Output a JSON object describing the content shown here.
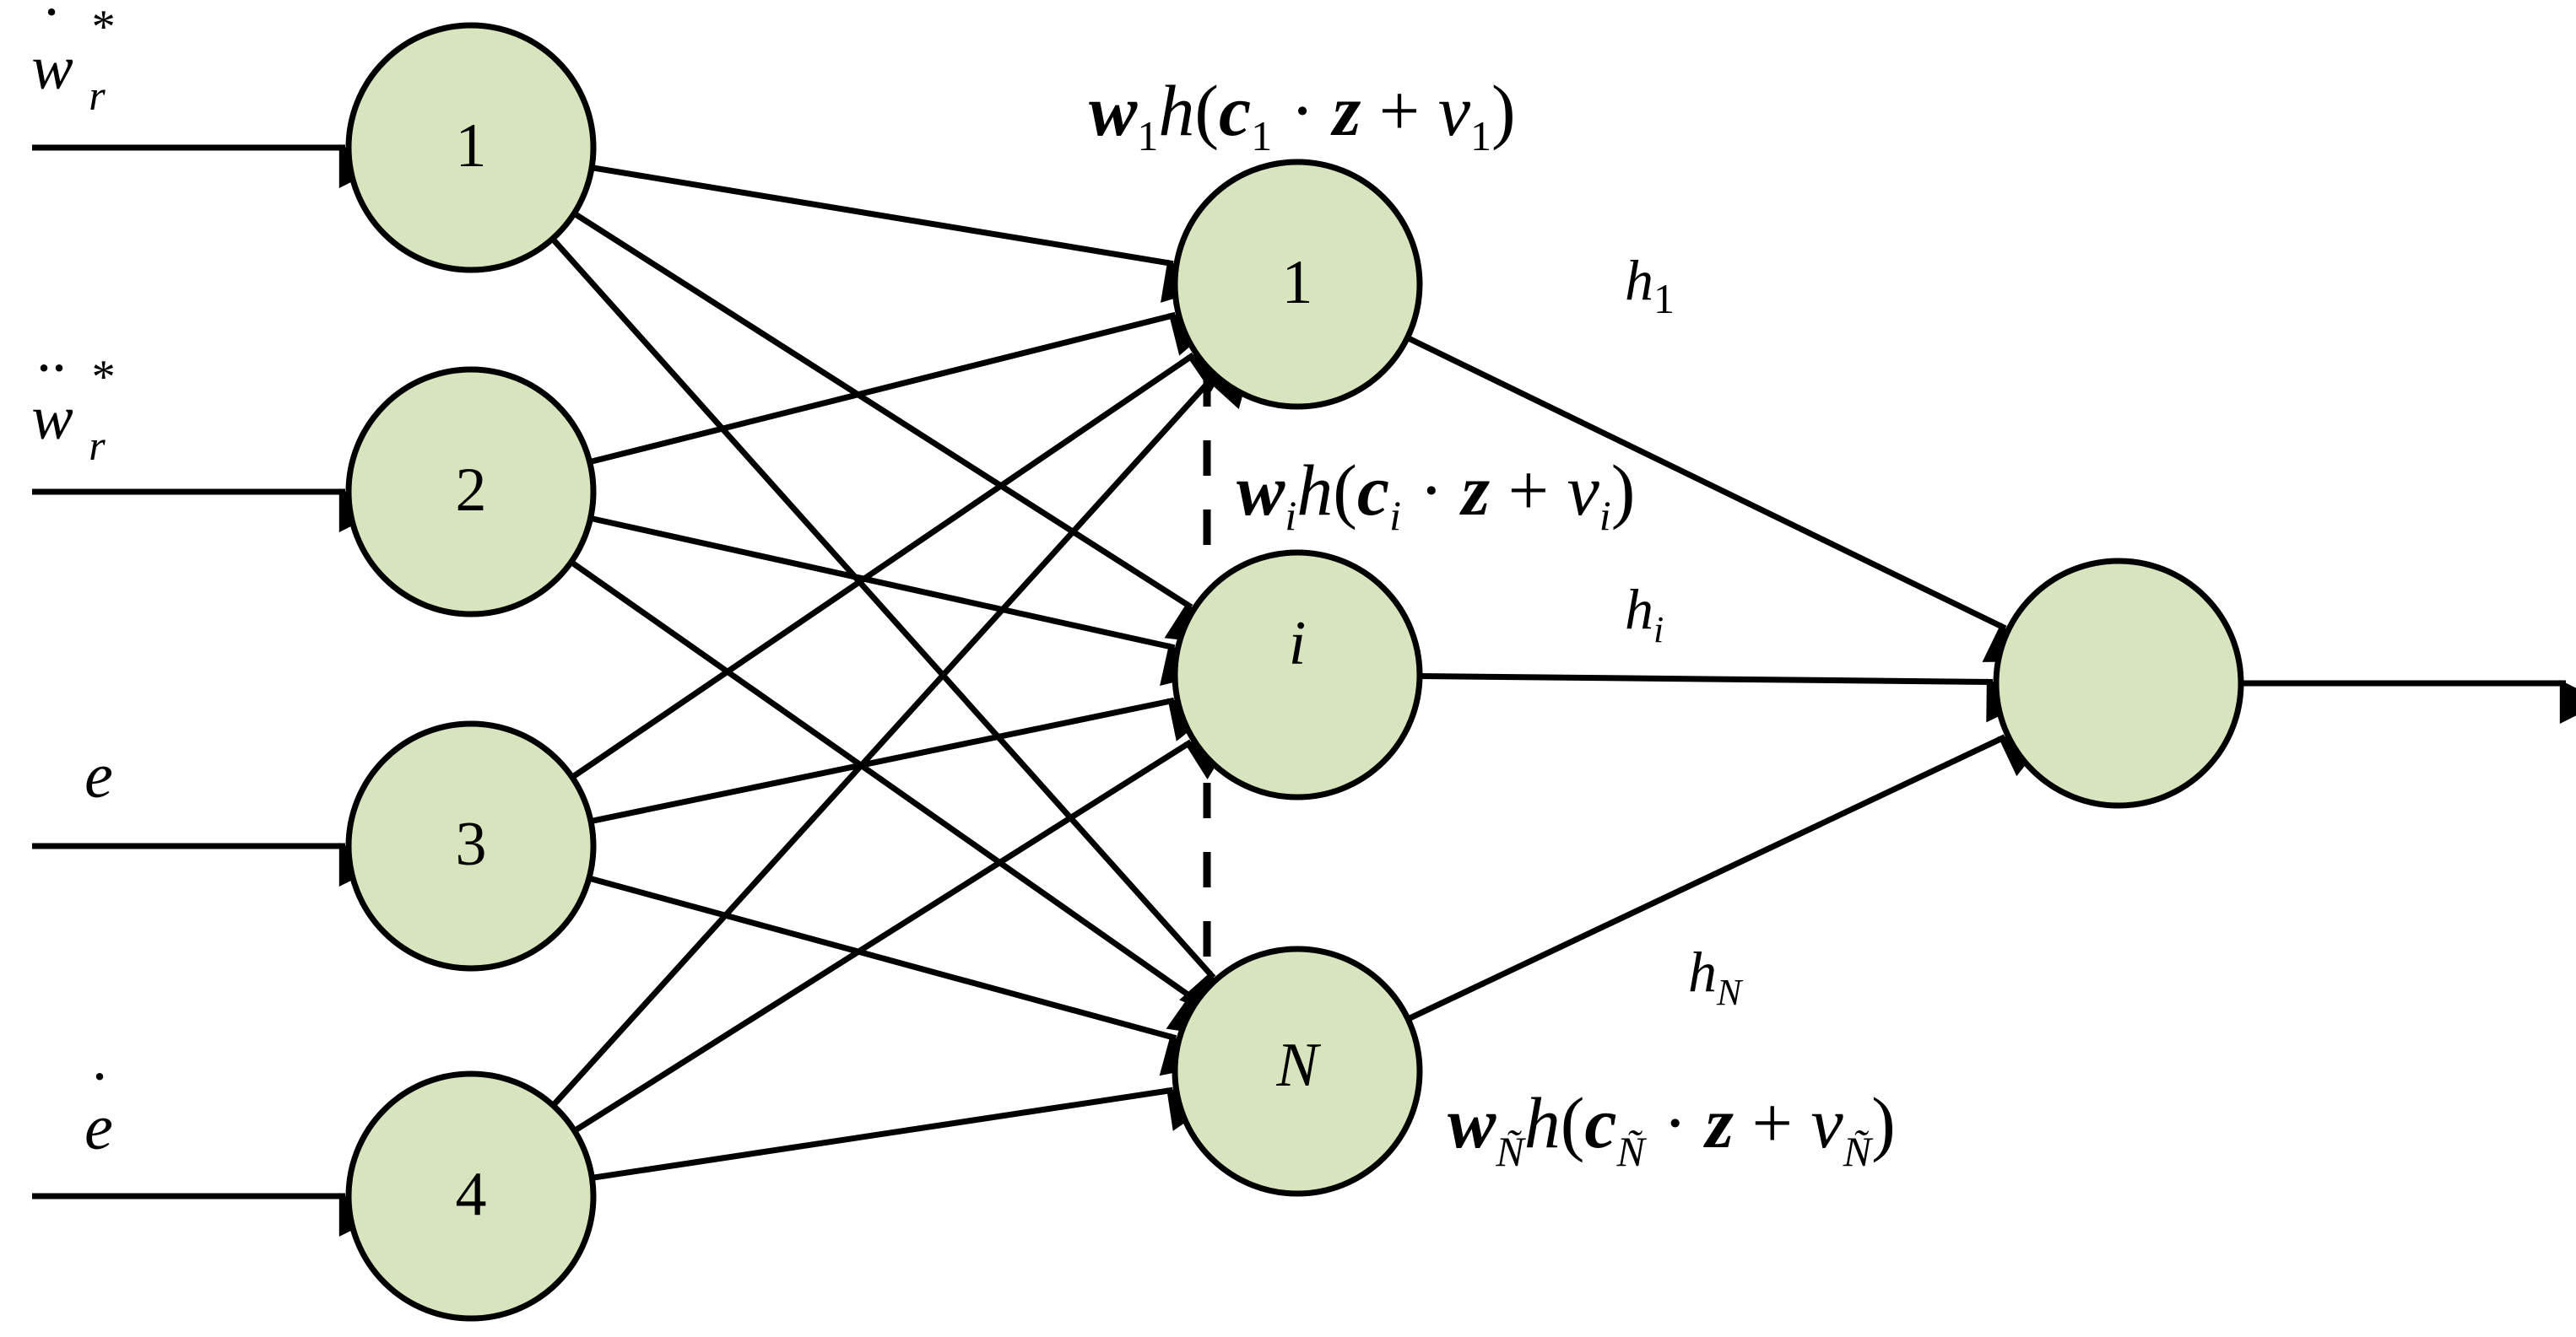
{
  "inputs": [
    {
      "base": "w",
      "accent": "·",
      "sub": "r",
      "sup": "*"
    },
    {
      "base": "w",
      "accent": "··",
      "sub": "r",
      "sup": "*"
    },
    {
      "base": "e",
      "accent": "",
      "sub": "",
      "sup": ""
    },
    {
      "base": "e",
      "accent": "·",
      "sub": "",
      "sup": ""
    }
  ],
  "input_nodes": [
    "1",
    "2",
    "3",
    "4"
  ],
  "hidden_nodes": [
    "1",
    "i",
    "N"
  ],
  "output_node": "",
  "hidden_formulas": [
    {
      "w": "w",
      "wsub": "1",
      "h": "h",
      "c": "c",
      "csub": "1",
      "z": "z",
      "v": "v",
      "vsub": "1"
    },
    {
      "w": "w",
      "wsub": "i",
      "h": "h",
      "c": "c",
      "csub": "i",
      "z": "z",
      "v": "v",
      "vsub": "i"
    },
    {
      "w": "w",
      "wsub": "Ñ",
      "h": "h",
      "c": "c",
      "csub": "Ñ",
      "z": "z",
      "v": "v",
      "vsub": "Ñ"
    }
  ],
  "edge_labels": [
    {
      "base": "h",
      "sub": "1"
    },
    {
      "base": "h",
      "sub": "i"
    },
    {
      "base": "h",
      "sub": "N"
    }
  ],
  "node_fill": "#d7e4bd",
  "stroke": "#000000"
}
